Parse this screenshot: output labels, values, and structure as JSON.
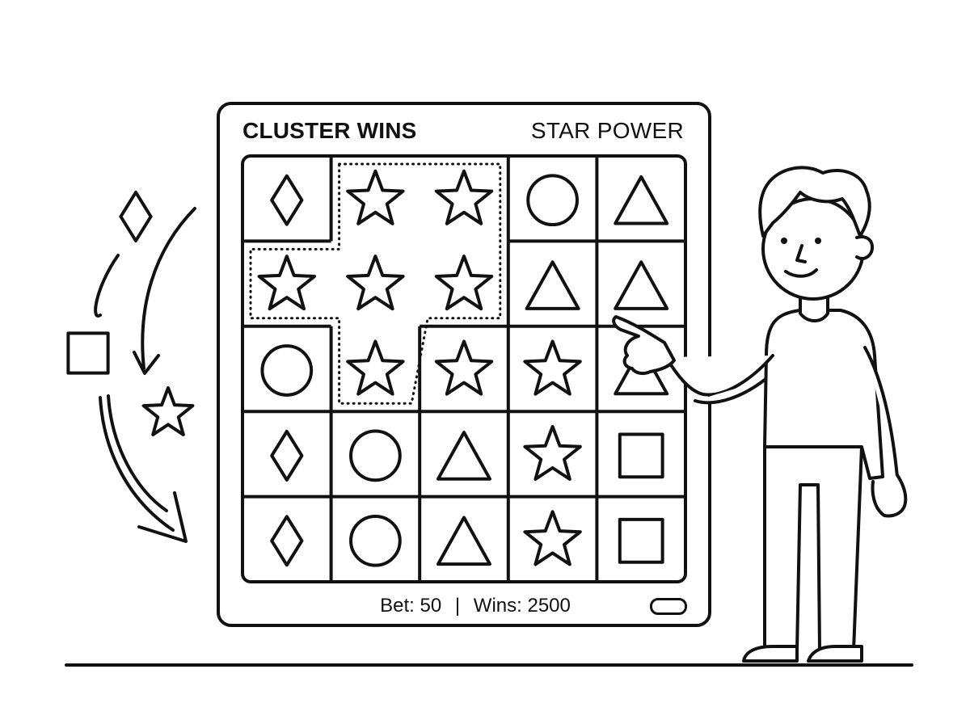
{
  "game": {
    "title": "CLUSTER WINS",
    "subtitle": "STAR POWER",
    "bet_label": "Bet:",
    "bet_value": "50",
    "separator": "|",
    "wins_label": "Wins:",
    "wins_value": "2500"
  },
  "grid": {
    "rows": 5,
    "cols": 5,
    "symbols": [
      [
        "diamond",
        "star",
        "star",
        "circle",
        "triangle"
      ],
      [
        "star",
        "star",
        "star",
        "triangle",
        "triangle"
      ],
      [
        "circle",
        "star",
        "star",
        "star",
        "triangle"
      ],
      [
        "diamond",
        "circle",
        "triangle",
        "star",
        "square"
      ],
      [
        "diamond",
        "circle",
        "triangle",
        "star",
        "square"
      ]
    ],
    "winning_cluster": [
      [
        0,
        1
      ],
      [
        0,
        2
      ],
      [
        1,
        0
      ],
      [
        1,
        1
      ],
      [
        1,
        2
      ],
      [
        2,
        1
      ]
    ]
  },
  "falling_symbols": [
    "diamond",
    "square",
    "star"
  ],
  "colors": {
    "ink": "#111111",
    "background": "#ffffff"
  }
}
